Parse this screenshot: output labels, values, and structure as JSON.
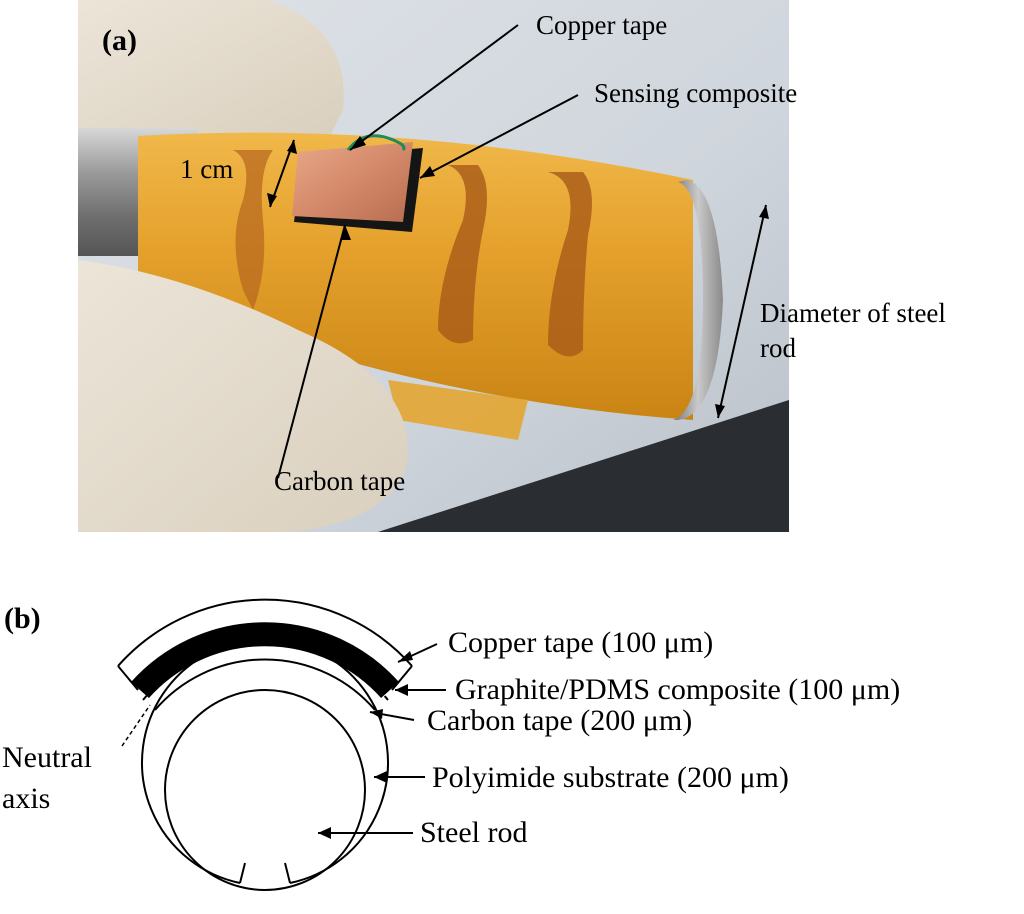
{
  "panel_a": {
    "tag": "(a)",
    "labels": {
      "copper_tape": "Copper tape",
      "sensing_composite": "Sensing composite",
      "one_cm": "1 cm",
      "diameter": "Diameter of steel rod",
      "carbon_tape": "Carbon tape"
    }
  },
  "panel_b": {
    "tag": "(b)",
    "labels": {
      "copper_tape": "Copper tape (100 μm)",
      "composite": "Graphite/PDMS composite (100 μm)",
      "carbon_tape": "Carbon tape (200 μm)",
      "polyimide": "Polyimide substrate (200 μm)",
      "steel_rod": "Steel rod",
      "neutral_axis": "Neutral axis"
    }
  }
}
